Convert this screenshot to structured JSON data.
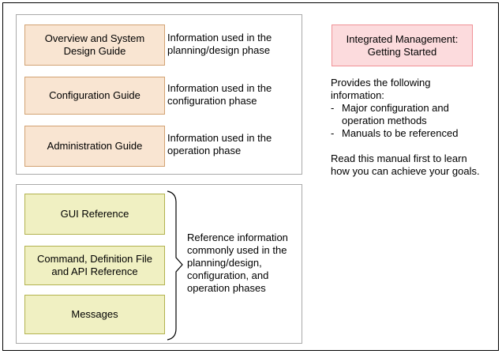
{
  "top_group": {
    "items": [
      {
        "label": "Overview and System Design Guide",
        "description": "Information used in the planning/design phase"
      },
      {
        "label": "Configuration Guide",
        "description": "Information used in the configuration phase"
      },
      {
        "label": "Administration Guide",
        "description": "Information used in the operation phase"
      }
    ]
  },
  "bottom_group": {
    "items": [
      {
        "label": "GUI Reference"
      },
      {
        "label": "Command, Definition File and API Reference"
      },
      {
        "label": "Messages"
      }
    ],
    "brace_note": "Reference information commonly used in the planning/design, configuration, and operation phases"
  },
  "right_panel": {
    "title": "Integrated Management: Getting Started",
    "intro": "Provides the following information:",
    "bullet_dash": "-",
    "bullets": [
      "Major configuration and operation methods",
      "Manuals to be referenced"
    ],
    "outro": "Read this manual first to learn how you can achieve your goals."
  },
  "colors": {
    "guide_box_fill": "#f9e5d2",
    "guide_box_border": "#d2a273",
    "reference_box_fill": "#f0f0c2",
    "reference_box_border": "#b2b24e",
    "highlight_box_fill": "#fcdbdd",
    "highlight_box_border": "#f09196",
    "group_border": "#a9a9a9",
    "frame_border": "#000000"
  }
}
